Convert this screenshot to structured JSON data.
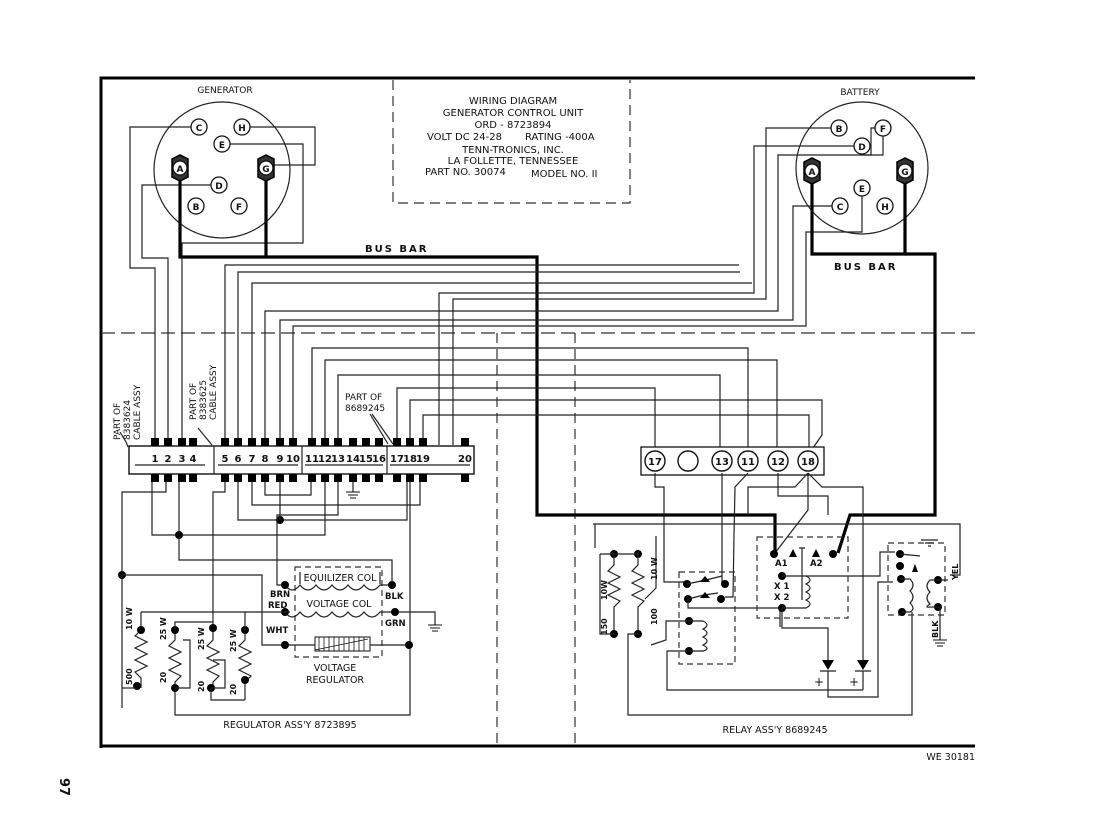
{
  "page_number": "97",
  "figure_id": "WE 30181",
  "title_block": {
    "lines": [
      "WIRING DIAGRAM",
      "GENERATOR CONTROL UNIT",
      "ORD - 8723894",
      "VOLT DC 24-28",
      "RATING -400A",
      "TENN-TRONICS, INC.",
      "LA FOLLETTE, TENNESSEE",
      "PART NO. 30074",
      "MODEL NO. II"
    ]
  },
  "generator": {
    "label": "GENERATOR",
    "pins": [
      "A",
      "B",
      "C",
      "D",
      "E",
      "F",
      "G",
      "H"
    ]
  },
  "battery": {
    "label": "BATTERY",
    "pins": [
      "A",
      "B",
      "C",
      "D",
      "E",
      "F",
      "G",
      "H"
    ]
  },
  "bus_bar_labels": [
    "BUS BAR",
    "BUS BAR"
  ],
  "cable_notes": [
    {
      "line1": "PART OF",
      "line2": "8383624",
      "line3": "CABLE ASSY"
    },
    {
      "line1": "PART OF",
      "line2": "8383625",
      "line3": "CABLE ASSY"
    },
    {
      "line1": "PART OF",
      "line2": "8689245"
    }
  ],
  "terminal_strip": {
    "numbers": [
      "1",
      "2",
      "3",
      "4",
      "5",
      "6",
      "7",
      "8",
      "9",
      "10",
      "11",
      "12",
      "13",
      "14",
      "15",
      "16",
      "17",
      "18",
      "19",
      "20"
    ]
  },
  "relay_terminals": [
    "17",
    "",
    "13",
    "11",
    "12",
    "18"
  ],
  "regulator": {
    "equalizer_coil": "EQUILIZER COL",
    "voltage_coil": "VOLTAGE COL",
    "regulator_label_1": "VOLTAGE",
    "regulator_label_2": "REGULATOR",
    "wire_colors": [
      "BRN",
      "RED",
      "WHT",
      "BLK",
      "GRN"
    ],
    "resistors": [
      {
        "ohms": "500",
        "watts": "10 W"
      },
      {
        "ohms": "20",
        "watts": "25 W"
      },
      {
        "ohms": "20",
        "watts": "25 W"
      },
      {
        "ohms": "20",
        "watts": "25 W"
      }
    ],
    "assembly_label": "REGULATOR ASS'Y 8723895"
  },
  "relay": {
    "resistors": [
      {
        "ohms": "150",
        "watts": "10W"
      },
      {
        "ohms": "100",
        "watts": "10 W"
      }
    ],
    "contacts": [
      "A1",
      "A2",
      "X 1",
      "X 2"
    ],
    "wire_colors": [
      "YEL",
      "BLK"
    ],
    "assembly_label": "RELAY ASS'Y 8689245"
  },
  "colors": {
    "ink": "#111111",
    "paper": "#ffffff"
  }
}
